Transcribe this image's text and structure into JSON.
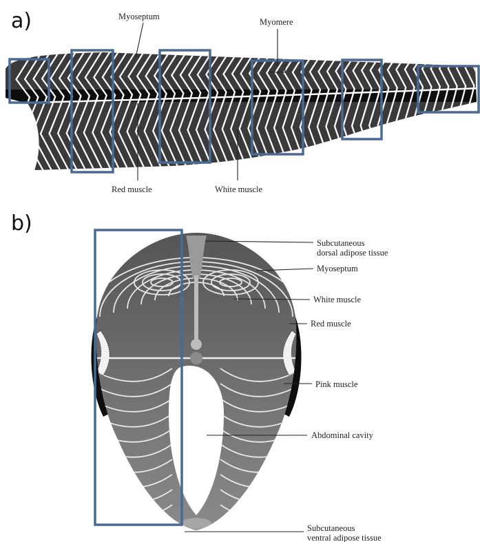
{
  "panel_a": {
    "letter": "a)",
    "labels": {
      "myoseptum": "Myoseptum",
      "myomere": "Myomere",
      "red_muscle": "Red muscle",
      "white_muscle": "White muscle"
    }
  },
  "panel_b": {
    "letter": "b)",
    "labels": {
      "dorsal_fat_line1": "Subcutaneous",
      "dorsal_fat_line2": "dorsal adipose tissue",
      "myoseptum": "Myoseptum",
      "white_muscle": "White muscle",
      "red_muscle": "Red muscle",
      "pink_muscle": "Pink muscle",
      "abdominal_cavity": "Abdominal cavity",
      "ventral_fat_line1": "Subcutaneous",
      "ventral_fat_line2": "ventral adipose tissue"
    }
  },
  "colors": {
    "highlight_box": "#4a6a93",
    "fillet_flesh": "#3a3a3a",
    "red_muscle_band": "#0e0e0e",
    "cross_section_flesh": "#6b6b6b",
    "myosepta_lines": "#ffffff"
  }
}
